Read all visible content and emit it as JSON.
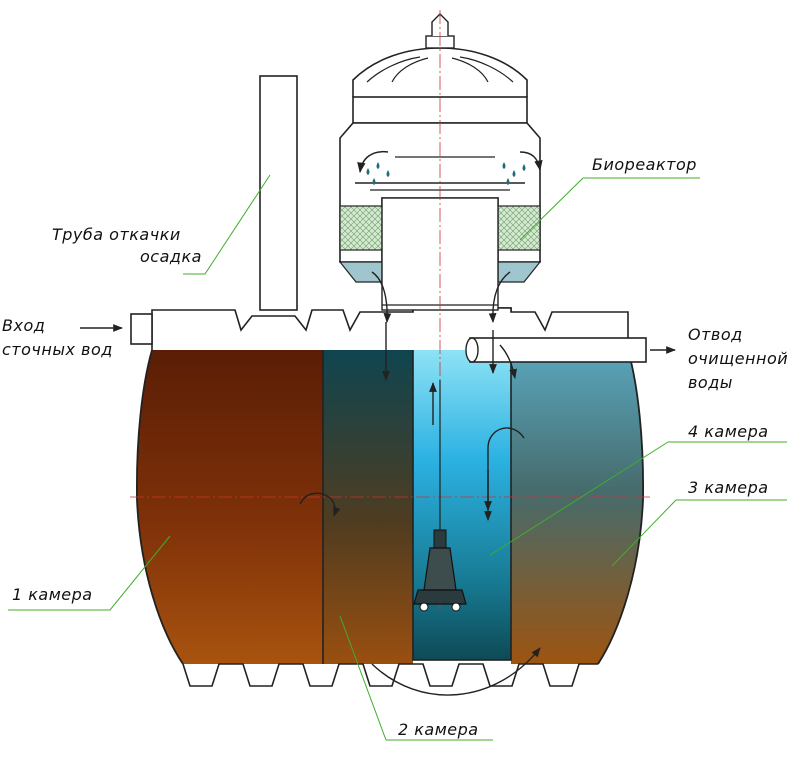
{
  "labels": {
    "pipe_line1": "Труба откачки",
    "pipe_line2": "осадка",
    "inlet_line1": "Вход",
    "inlet_line2": "сточных вод",
    "bioreactor": "Биореактор",
    "outlet_line1": "Отвод",
    "outlet_line2": "очищенной",
    "outlet_line3": "воды",
    "chamber1": "1 камера",
    "chamber2": "2 камера",
    "chamber3": "3 камера",
    "chamber4": "4 камера"
  },
  "colors": {
    "outline": "#222222",
    "leader": "#3fae2a",
    "centerline": "#cc3333",
    "sewage_dark": "#5a1e06",
    "sewage_mid": "#8a3a0c",
    "sewage_light": "#a8530f",
    "water_light": "#7fdcf2",
    "water_bright": "#2ab4e4",
    "water_dark": "#0e4a55",
    "filter_fill": "#d3ead0",
    "droplet": "#1f6d7a"
  },
  "icons": [
    "sewage-pump-icon",
    "flow-arrow-icon",
    "droplet-icon"
  ]
}
